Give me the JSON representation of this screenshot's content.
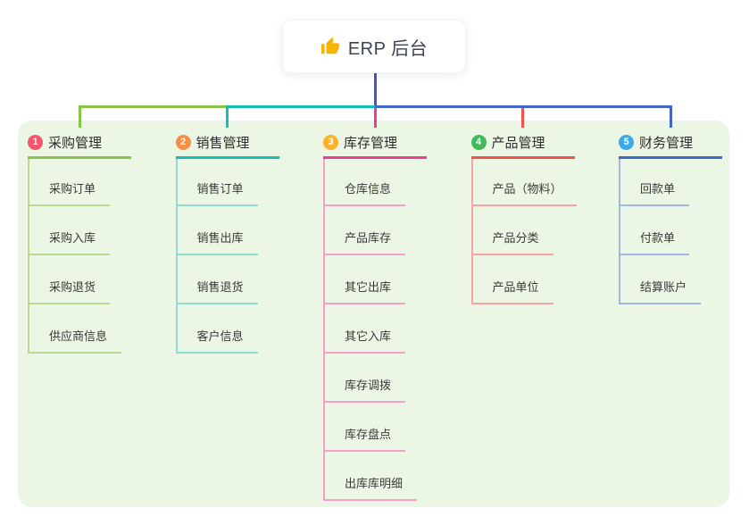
{
  "root": {
    "title": "ERP 后台",
    "icon": "thumbs-up-icon"
  },
  "branches": [
    {
      "index": "1",
      "title": "采购管理",
      "badge_color": "#f3566b",
      "line_color": "#8bc34a",
      "light_color": "#b9da93",
      "children": [
        "采购订单",
        "采购入库",
        "采购退货",
        "供应商信息"
      ]
    },
    {
      "index": "2",
      "title": "销售管理",
      "badge_color": "#f78e43",
      "line_color": "#12bfb2",
      "light_color": "#8edcd3",
      "children": [
        "销售订单",
        "销售出库",
        "销售退货",
        "客户信息"
      ]
    },
    {
      "index": "3",
      "title": "库存管理",
      "badge_color": "#f9b32a",
      "line_color": "#eb3f93",
      "light_color": "#f5a0c6",
      "children": [
        "仓库信息",
        "产品库存",
        "其它出库",
        "其它入库",
        "库存调拨",
        "库存盘点",
        "出库库明细"
      ]
    },
    {
      "index": "4",
      "title": "产品管理",
      "badge_color": "#43b95c",
      "line_color": "#f5514b",
      "light_color": "#f8a5a2",
      "children": [
        "产品（物料）",
        "产品分类",
        "产品单位"
      ]
    },
    {
      "index": "5",
      "title": "财务管理",
      "badge_color": "#3ba9ea",
      "line_color": "#4165c8",
      "light_color": "#a3b6e3",
      "children": [
        "回款单",
        "付款单",
        "结算账户"
      ]
    }
  ],
  "colors": {
    "panel_background": "#ebf6e4",
    "root_stem": "#4653c9",
    "thumb_yellow": "#f4b400"
  }
}
